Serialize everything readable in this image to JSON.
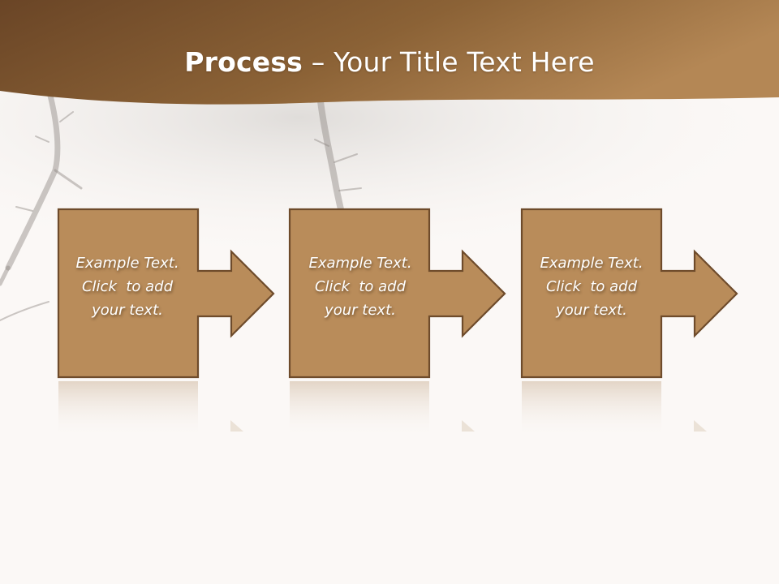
{
  "slide": {
    "title_bold": "Process",
    "title_rest": " – Your Title Text Here"
  },
  "steps": [
    {
      "text_line1": "Example Text.",
      "text_line2": "Click  to add",
      "text_line3": "your text."
    },
    {
      "text_line1": "Example Text.",
      "text_line2": "Click  to add",
      "text_line3": "your text."
    },
    {
      "text_line1": "Example Text.",
      "text_line2": "Click  to add",
      "text_line3": "your text."
    }
  ],
  "colors": {
    "header_dark": "#6a4526",
    "header_light": "#b48755",
    "shape_fill": "#b98c5a",
    "shape_border": "#6e4b2b",
    "background": "#fbf8f6"
  },
  "icons": {
    "step_connector": "right-arrow-icon"
  }
}
